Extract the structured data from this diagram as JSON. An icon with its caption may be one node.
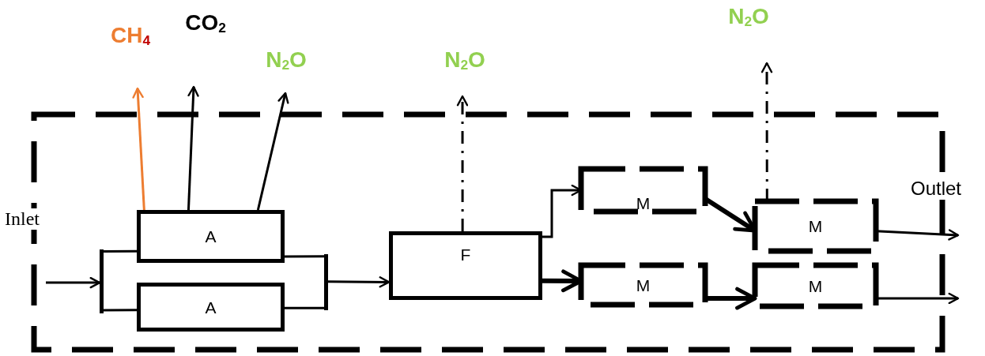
{
  "diagram": {
    "nodes": [
      {
        "text": [],
        "shape": "box"
      },
      {
        "text": [
          "CH$_{4}$"
        ]
      },
      {
        "text": [
          "CO$_{2}$"
        ]
      },
      {
        "text": [
          "N$_{2}$O"
        ]
      },
      {
        "text": [
          "N$_{2}$O"
        ]
      },
      {
        "text": [
          "N$_{2}$O"
        ]
      },
      {
        "text": [
          "A"
        ],
        "in": 0
      },
      {
        "text": [
          "A"
        ],
        "in": 0
      },
      {
        "text": [
          "F"
        ],
        "in": 0
      },
      {
        "text": [
          "M"
        ],
        "in": 0
      },
      {
        "text": [
          "M"
        ],
        "in": 0
      },
      {
        "text": [
          "M"
        ],
        "in": 0
      },
      {
        "text": [
          "M"
        ],
        "in": 0
      },
      {
        "text": [],
        "shape": "bar",
        "in": 0
      },
      {
        "text": [],
        "shape": "bar",
        "in": 0
      }
    ],
    "edges": [
      {
        "from": 6,
        "to": 1,
        "arrow": "to",
        "color": "#ed7d31"
      },
      {
        "from": 6,
        "to": 2,
        "arrow": "to"
      },
      {
        "from": 6,
        "to": 3,
        "arrow": "to"
      },
      {
        "from": null,
        "to": 13,
        "arrow": "to"
      },
      {
        "from": 13,
        "to": 6,
        "arrow": "none"
      },
      {
        "from": 13,
        "to": 7,
        "arrow": "none"
      },
      {
        "from": 6,
        "to": 14,
        "arrow": "none"
      },
      {
        "from": 7,
        "to": 14,
        "arrow": "none"
      },
      {
        "from": 14,
        "to": 8,
        "arrow": "to"
      },
      {
        "from": 8,
        "to": 4,
        "arrow": "to",
        "style": "dashed"
      },
      {
        "from": 8,
        "to": 9,
        "arrow": "to"
      },
      {
        "from": 8,
        "to": 10,
        "arrow": "to",
        "style": "thick"
      },
      {
        "from": 9,
        "to": 11,
        "arrow": "to",
        "style": "thick"
      },
      {
        "from": 10,
        "to": 12,
        "arrow": "to",
        "style": "thick"
      },
      {
        "from": 11,
        "to": 5,
        "arrow": "to",
        "style": "dashed"
      },
      {
        "from": 11,
        "to": null,
        "arrow": "to"
      },
      {
        "from": 12,
        "to": null,
        "arrow": "to"
      }
    ],
    "labels": [
      "Inlet",
      "Outlet"
    ]
  }
}
